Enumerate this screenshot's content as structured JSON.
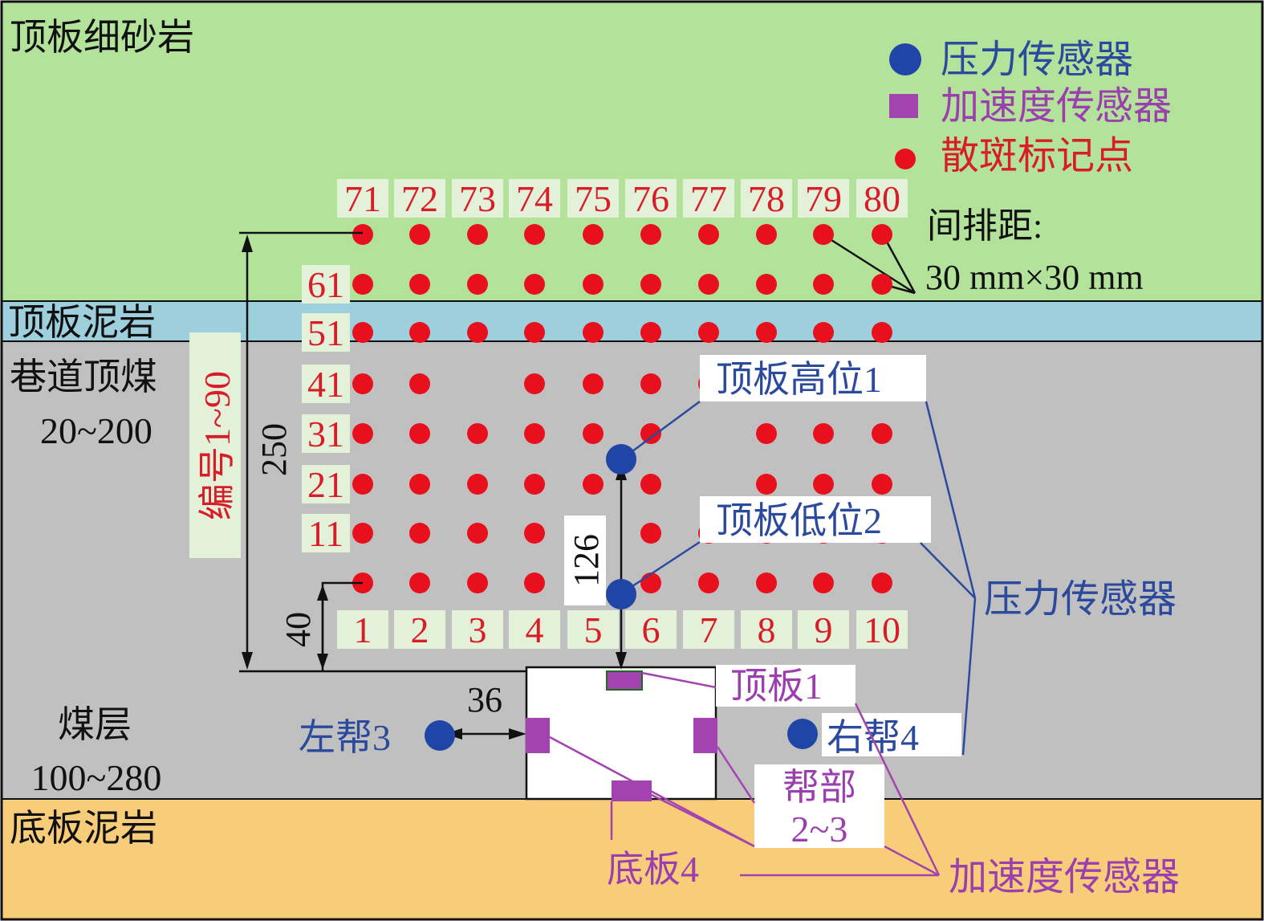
{
  "layers": {
    "roof_sandstone": "顶板细砂岩",
    "roof_mudstone": "顶板泥岩",
    "roadway_top_coal_name": "巷道顶煤",
    "roadway_top_coal_range": "20~200",
    "coal_seam_name": "煤层",
    "coal_seam_range": "100~280",
    "floor_mudstone": "底板泥岩"
  },
  "legend": {
    "pressure": "压力传感器",
    "accel": "加速度传感器",
    "speckle": "散斑标记点"
  },
  "spacing": {
    "title": "间排距:",
    "value": "30 mm×30 mm"
  },
  "numbering": {
    "top_row": [
      "71",
      "72",
      "73",
      "74",
      "75",
      "76",
      "77",
      "78",
      "79",
      "80"
    ],
    "bottom_row": [
      "1",
      "2",
      "3",
      "4",
      "5",
      "6",
      "7",
      "8",
      "9",
      "10"
    ],
    "left_col": [
      "61",
      "51",
      "41",
      "31",
      "21",
      "11"
    ],
    "range_label": "编号1~90"
  },
  "dimensions": {
    "d250": "250",
    "d126": "126",
    "d40": "40",
    "d36": "36"
  },
  "pressure_sensors": {
    "roof_high": "顶板高位1",
    "roof_low": "顶板低位2",
    "left": "左帮3",
    "right": "右帮4",
    "group_label": "压力传感器"
  },
  "accel_sensors": {
    "roof": "顶板1",
    "rib_line1": "帮部",
    "rib_line2": "2~3",
    "floor": "底板4",
    "group_label": "加速度传感器"
  },
  "colors": {
    "sandstone": "#b3e39a",
    "mudstone": "#9ecfdc",
    "coal": "#c0c0c0",
    "floor": "#f7cd79",
    "speckle": "#e8101c",
    "pressure": "#1f45a6",
    "accel": "#a343b0",
    "label_bg": "#e3f1d8",
    "text_red": "#d81d28",
    "text_blue": "#2b4a9e",
    "text_purple": "#9c3fae"
  }
}
